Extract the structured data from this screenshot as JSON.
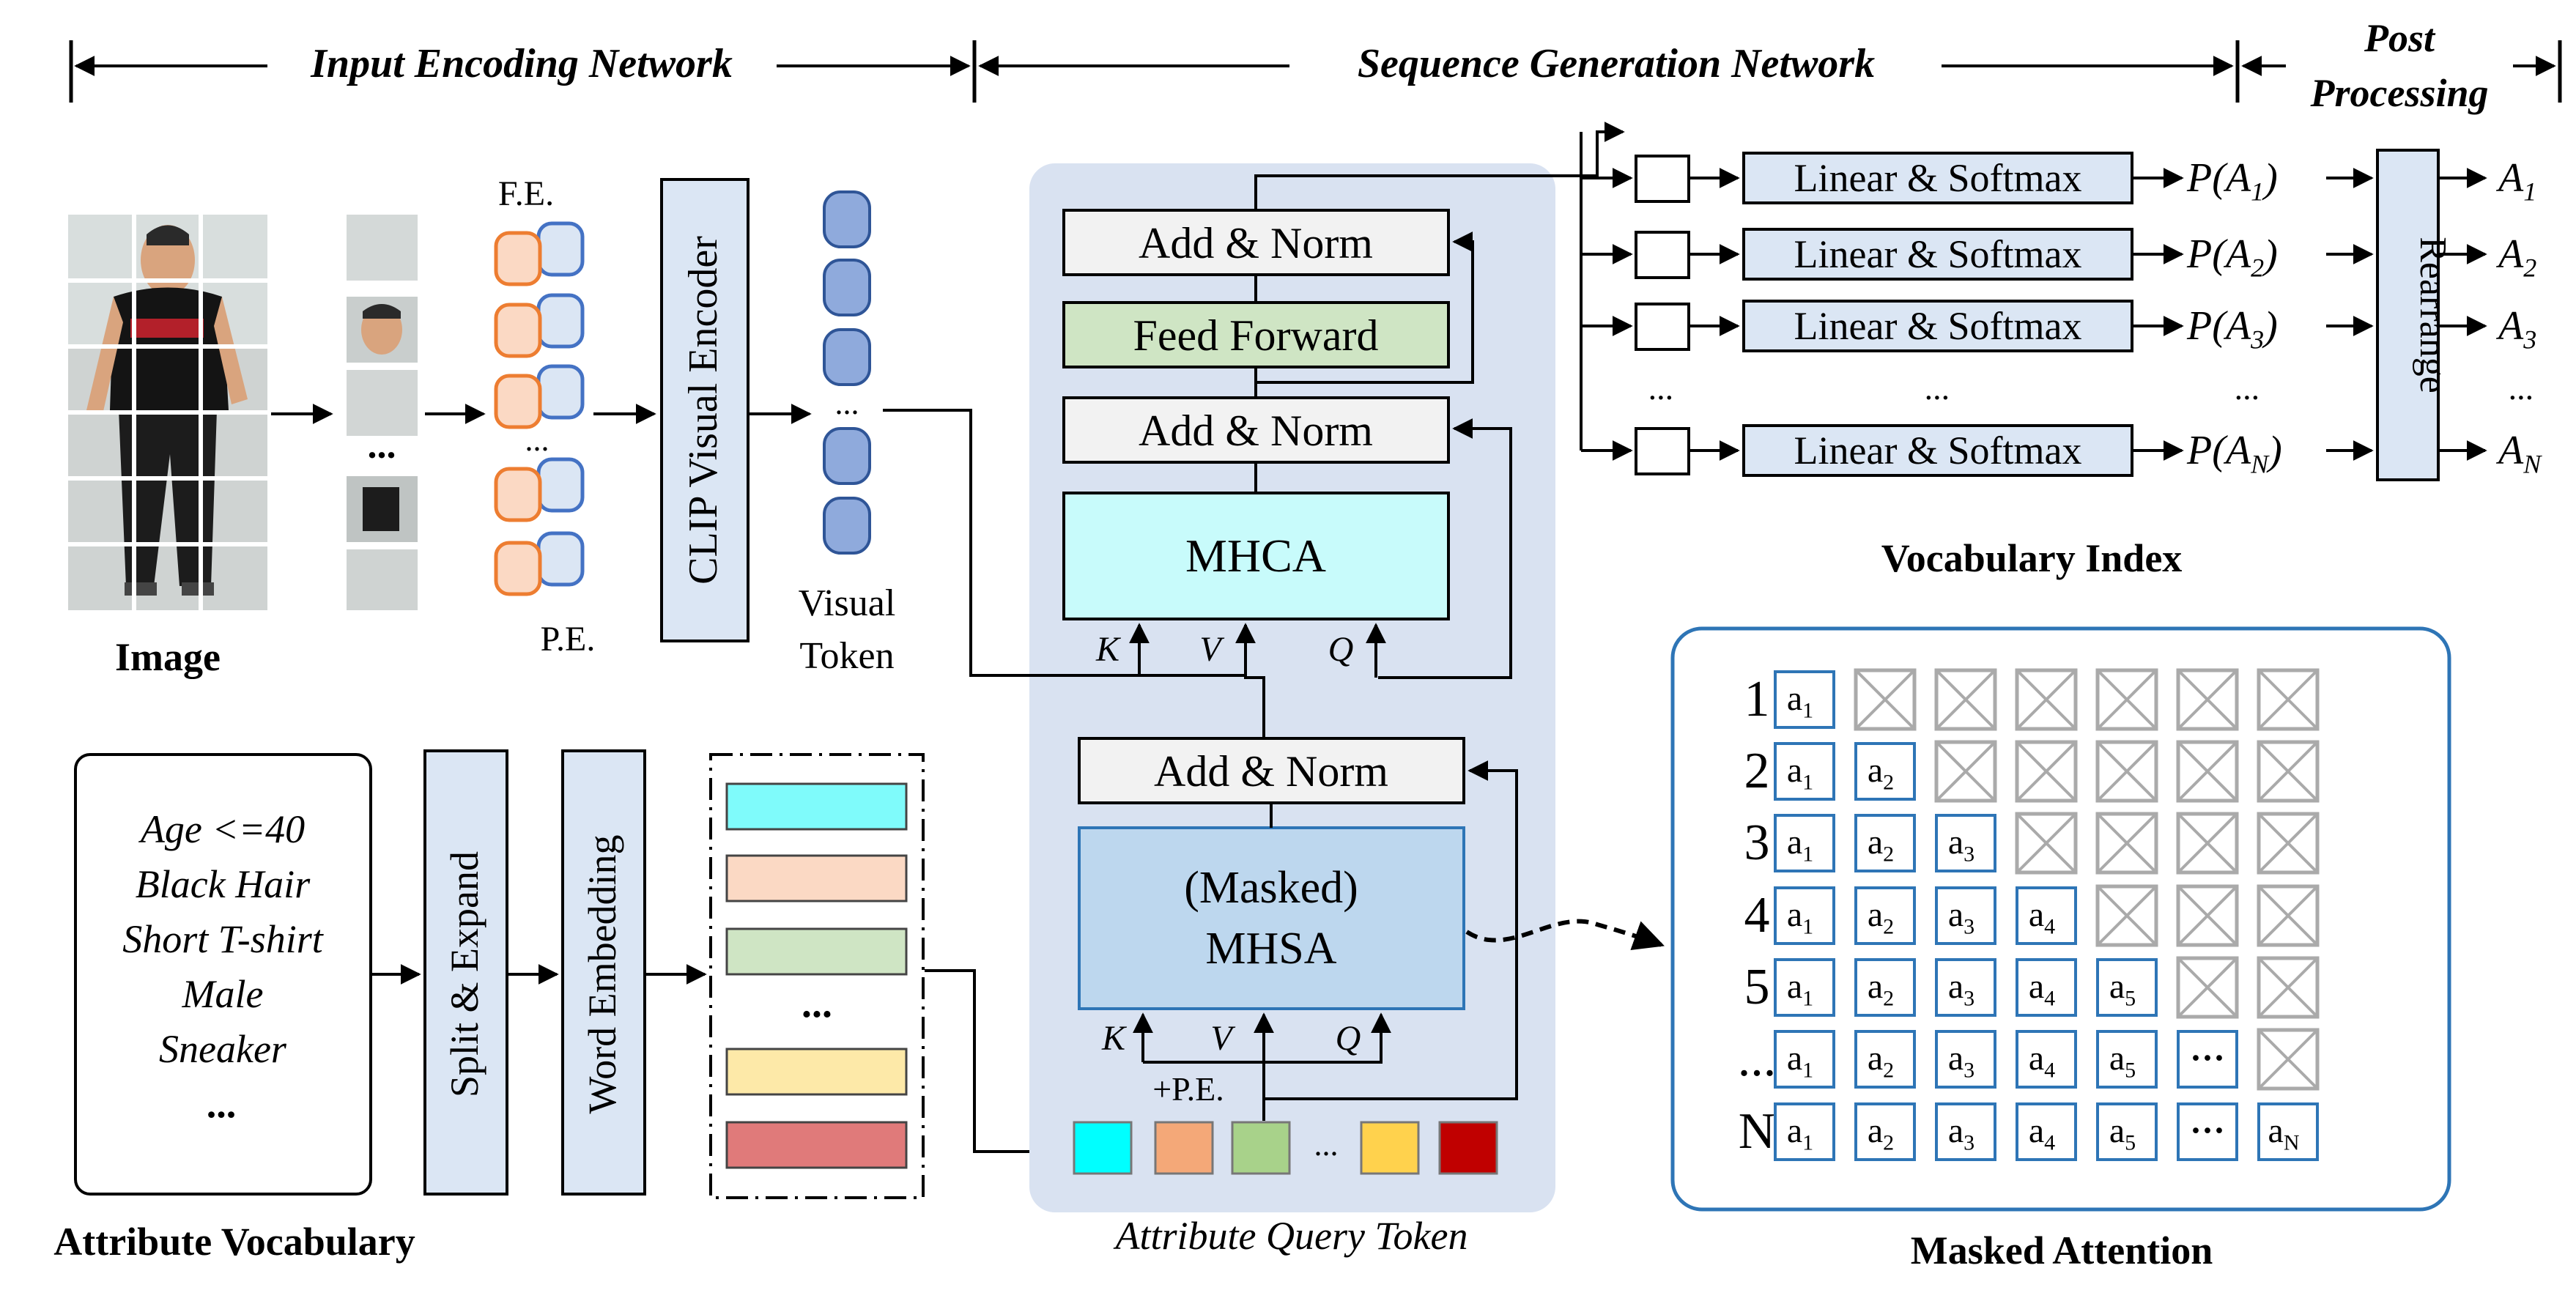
{
  "header": {
    "input_encoding": "Input Encoding Network",
    "sequence_generation": "Sequence Generation Network",
    "post_line1": "Post",
    "post_line2": "Processing"
  },
  "input": {
    "image_label": "Image",
    "dots": "...",
    "fe_label": "F.E.",
    "pe_label": "P.E.",
    "patch_dots": "...",
    "clip_label": "CLIP Visual Encoder",
    "token_dots": "...",
    "visual_token_line1": "Visual",
    "visual_token_line2": "Token"
  },
  "vocab": {
    "items": [
      "Age <=40",
      "Black Hair",
      "Short T-shirt",
      "Male",
      "Sneaker",
      "..."
    ],
    "label": "Attribute Vocabulary",
    "split_label": "Split & Expand",
    "word_label": "Word Embedding",
    "embed_dots": "...",
    "embed_colors": [
      "#7ffbfb",
      "#fbd9c4",
      "#cfe5c4",
      "#fde9a8",
      "#e07a7a"
    ]
  },
  "decoder": {
    "add_norm_top": "Add & Norm",
    "feed_forward": "Feed Forward",
    "add_norm_mid": "Add & Norm",
    "mhca": "MHCA",
    "k": "K",
    "v": "V",
    "q": "Q",
    "add_norm_low": "Add & Norm",
    "mhsa_line1": "(Masked)",
    "mhsa_line2": "MHSA",
    "k2": "K",
    "v2": "V",
    "q2": "Q",
    "pe_plus": "+P.E.",
    "query_dots": "...",
    "query_label": "Attribute Query Token",
    "query_colors": [
      "#00ffff",
      "#f4a878",
      "#a8d28a",
      "#ffd24d",
      "#c00000"
    ]
  },
  "output": {
    "rows": [
      {
        "linear": "Linear & Softmax",
        "prob": "P(A",
        "prob_sub": "1",
        "attr": "A",
        "attr_sub": "1"
      },
      {
        "linear": "Linear & Softmax",
        "prob": "P(A",
        "prob_sub": "2",
        "attr": "A",
        "attr_sub": "2"
      },
      {
        "linear": "Linear & Softmax",
        "prob": "P(A",
        "prob_sub": "3",
        "attr": "A",
        "attr_sub": "3"
      },
      {
        "linear": "Linear & Softmax",
        "prob": "P(A",
        "prob_sub": "N",
        "attr": "A",
        "attr_sub": "N"
      }
    ],
    "row_dots": "...",
    "rearrange": "Rearrange",
    "vocab_index_label": "Vocabulary Index"
  },
  "mask": {
    "row_labels": [
      "1",
      "2",
      "3",
      "4",
      "5",
      "...",
      "N"
    ],
    "cells": [
      [
        "a|1",
        "x",
        "x",
        "x",
        "x",
        "x",
        "x"
      ],
      [
        "a|1",
        "a|2",
        "x",
        "x",
        "x",
        "x",
        "x"
      ],
      [
        "a|1",
        "a|2",
        "a|3",
        "x",
        "x",
        "x",
        "x"
      ],
      [
        "a|1",
        "a|2",
        "a|3",
        "a|4",
        "x",
        "x",
        "x"
      ],
      [
        "a|1",
        "a|2",
        "a|3",
        "a|4",
        "a|5",
        "x",
        "x"
      ],
      [
        "a|1",
        "a|2",
        "a|3",
        "a|4",
        "a|5",
        "···",
        "x"
      ],
      [
        "a|1",
        "a|2",
        "a|3",
        "a|4",
        "a|5",
        "···",
        "a|N"
      ]
    ],
    "label": "Masked Attention"
  }
}
